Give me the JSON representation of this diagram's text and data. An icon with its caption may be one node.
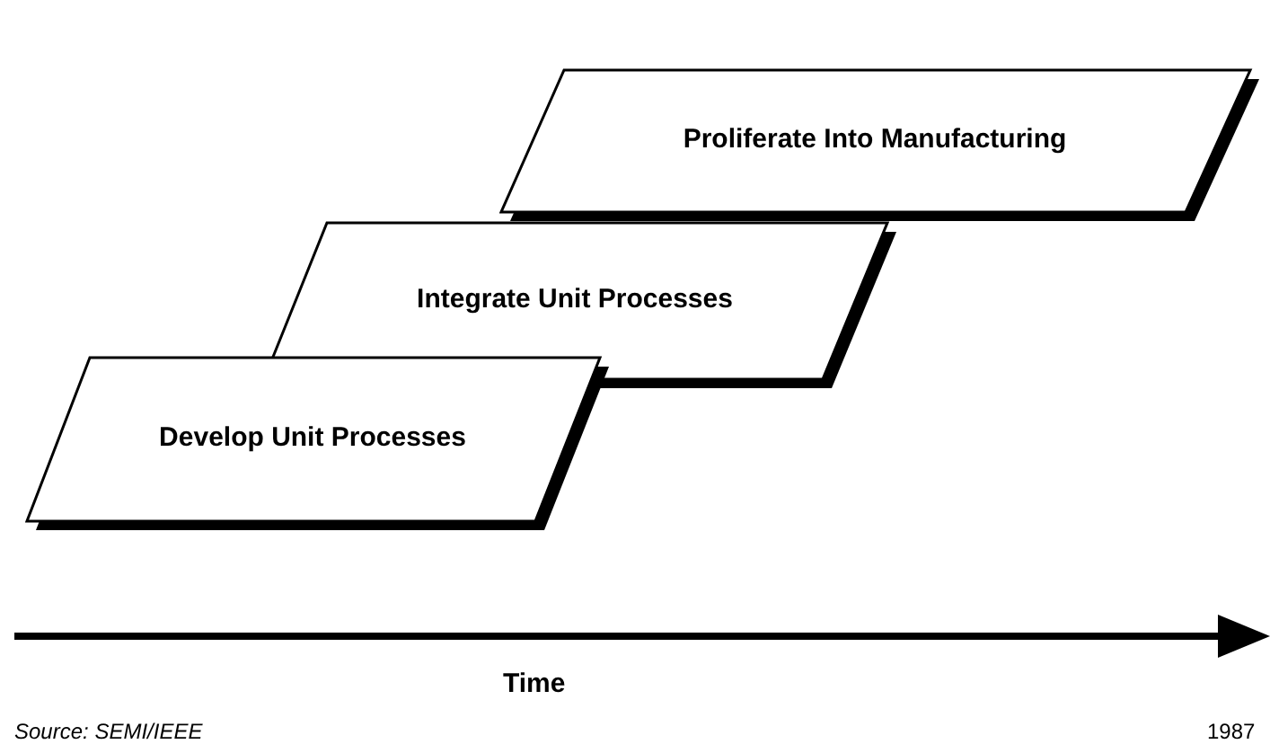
{
  "diagram": {
    "nodes": [
      {
        "text": [
          "Proliferate Into Manufacturing"
        ]
      },
      {
        "text": [
          "Integrate Unit Processes"
        ]
      },
      {
        "text": [
          "Develop Unit Processes"
        ]
      }
    ],
    "labels": [
      "Time",
      "Source: SEMI/IEEE",
      "1987"
    ]
  }
}
